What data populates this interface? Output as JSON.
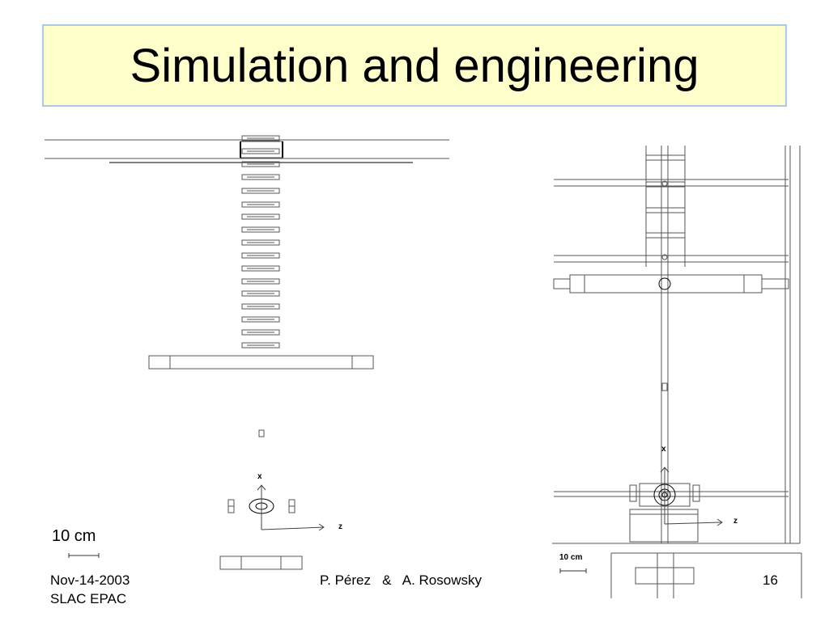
{
  "slide": {
    "title": "Simulation and engineering",
    "scale_label_left": "10 cm",
    "scale_label_right": "10 cm",
    "footer_date": "Nov-14-2003",
    "footer_venue": "SLAC EPAC",
    "footer_authors": "P. Pérez   &   A. Rosowsky",
    "page_number": "16"
  },
  "left_drawing": {
    "axis_x_label": "x",
    "axis_z_label": "z"
  },
  "right_drawing": {
    "axis_x_label": "x",
    "axis_z_label": "z"
  }
}
